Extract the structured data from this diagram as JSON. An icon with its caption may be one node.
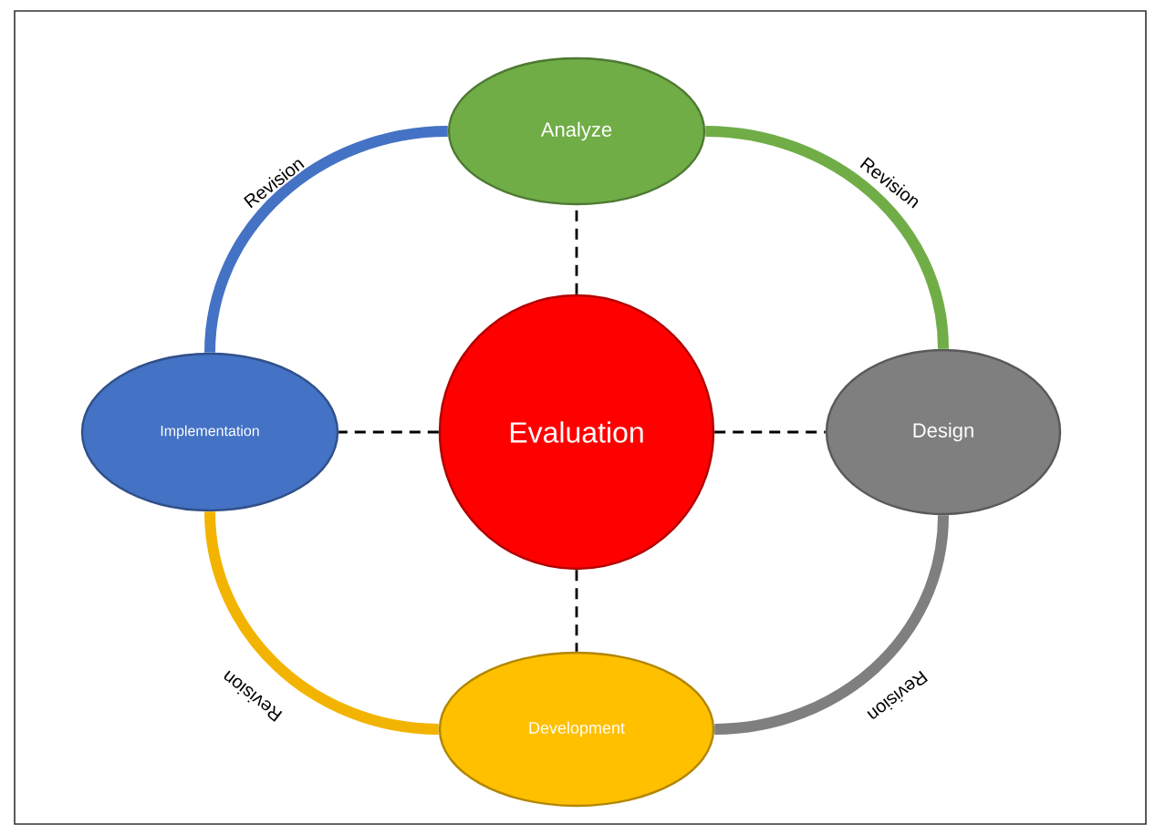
{
  "diagram": {
    "nodes": [
      {
        "text": [
          "Analyze"
        ]
      },
      {
        "text": [
          "Implementation"
        ]
      },
      {
        "text": [
          "Evaluation"
        ]
      },
      {
        "text": [
          "Design"
        ]
      },
      {
        "text": [
          "Development"
        ]
      }
    ],
    "edges": [
      {
        "from": 0,
        "to": 1,
        "arrow": "none",
        "label": "Revision",
        "style": "thick",
        "color": "#4472c4"
      },
      {
        "from": 0,
        "to": 3,
        "arrow": "none",
        "label": "Revision",
        "style": "thick",
        "color": "#70ad47"
      },
      {
        "from": 3,
        "to": 4,
        "arrow": "none",
        "label": "Revision",
        "style": "thick",
        "color": "#7f7f7f"
      },
      {
        "from": 4,
        "to": 1,
        "arrow": "none",
        "label": "Revision",
        "style": "thick",
        "color": "#f2b400"
      },
      {
        "from": 2,
        "to": 0,
        "arrow": "none",
        "style": "dashed"
      },
      {
        "from": 2,
        "to": 1,
        "arrow": "none",
        "style": "dashed"
      },
      {
        "from": 2,
        "to": 3,
        "arrow": "none",
        "style": "dashed"
      },
      {
        "from": 2,
        "to": 4,
        "arrow": "none",
        "style": "dashed"
      }
    ]
  }
}
